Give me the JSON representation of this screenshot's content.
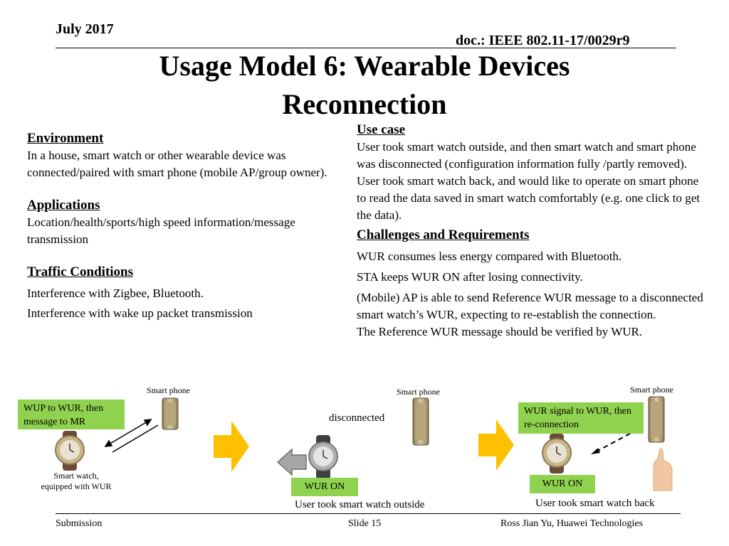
{
  "header": {
    "date": "July 2017",
    "doc": "doc.: IEEE 802.11-17/0029r9"
  },
  "title": {
    "line1": "Usage Model 6: Wearable Devices",
    "line2": "Reconnection"
  },
  "left": {
    "environment_heading": "Environment",
    "environment_text": "In a house, smart watch or other wearable device was connected/paired with smart phone (mobile AP/group owner).",
    "applications_heading": "Applications",
    "applications_text": "Location/health/sports/high speed information/message transmission",
    "traffic_heading": "Traffic Conditions",
    "traffic_items": [
      "Interference with Zigbee, Bluetooth.",
      "Interference with wake up packet transmission"
    ]
  },
  "right": {
    "usecase_heading": "Use case",
    "usecase_lines": [
      "User took smart watch outside, and then smart watch and smart phone was disconnected (configuration information fully /partly removed).",
      "User took smart watch back, and would like to operate on smart phone to read the data saved in smart watch comfortably (e.g. one click to get the data)."
    ],
    "challenges_heading": "Challenges and Requirements",
    "challenges_items": [
      "WUR consumes less energy compared with Bluetooth.",
      "STA keeps WUR ON after losing connectivity.",
      "(Mobile) AP is able to send Reference WUR message to a disconnected smart watch’s WUR, expecting to re-establish the connection.",
      "The Reference WUR message should be verified by WUR."
    ]
  },
  "diagram": {
    "phone1_caption": "Smart phone",
    "phone2_caption": "Smart phone",
    "phone3_caption": "Smart phone",
    "box1": "WUP to WUR, then message to MR",
    "box2": "WUR signal to WUR, then re-connection",
    "watch1_caption_line1": "Smart watch,",
    "watch1_caption_line2": "equipped with WUR",
    "disconnected": "disconnected",
    "wur_on_1": "WUR ON",
    "wur_on_2": "WUR ON",
    "caption_outside": "User took smart watch outside",
    "caption_back": "User took smart watch back",
    "colors": {
      "green_box": "#8fd24f",
      "yellow_arrow": "#ffc000",
      "gray_arrow": "#a6a6a6"
    }
  },
  "footer": {
    "left": "Submission",
    "center": "Slide 15",
    "right": "Ross Jian Yu, Huawei Technologies"
  }
}
